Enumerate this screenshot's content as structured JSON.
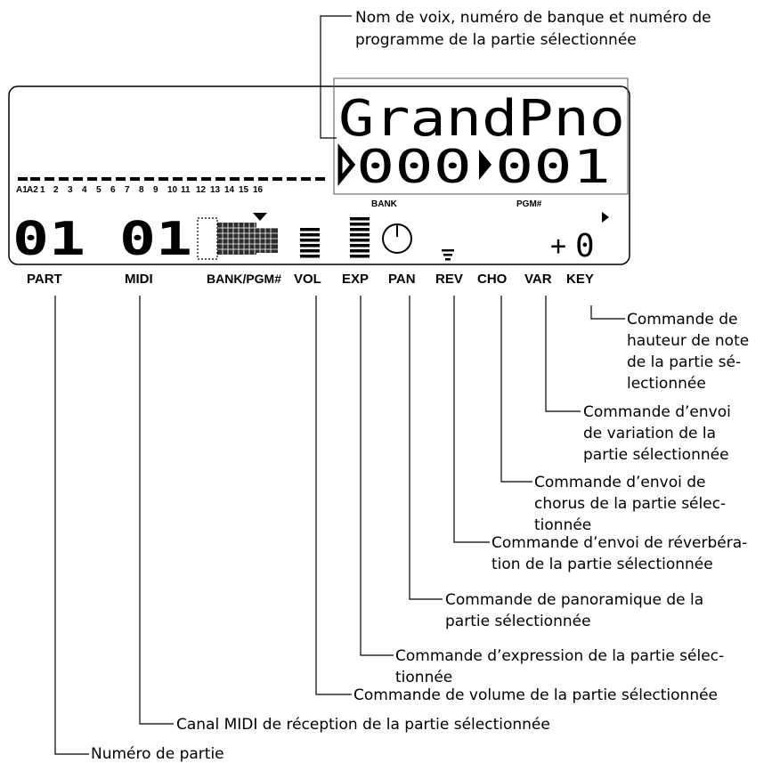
{
  "lcd": {
    "voice_name": "GrandPno",
    "bank_number": "000",
    "program_number": "001",
    "bank_label": "BANK",
    "pgm_label": "PGM#",
    "part_number": "01",
    "midi_channel": "01",
    "key_value": "0",
    "key_sign": "+",
    "part_tabs": [
      "A1",
      "A2",
      "1",
      "2",
      "3",
      "4",
      "5",
      "6",
      "7",
      "8",
      "9",
      "10",
      "11",
      "12",
      "13",
      "14",
      "15",
      "16"
    ]
  },
  "bottom_labels": {
    "part": "PART",
    "midi": "MIDI",
    "bank_pgm": "BANK/PGM#",
    "vol": "VOL",
    "exp": "EXP",
    "pan": "PAN",
    "rev": "REV",
    "cho": "CHO",
    "var": "VAR",
    "key": "KEY"
  },
  "annotations": {
    "voice": [
      "Nom de voix, numéro de banque et numéro de",
      "programme de la partie sélectionnée"
    ],
    "key": [
      "Commande de",
      "hauteur de note",
      "de la partie sé-",
      "lectionnée"
    ],
    "var": [
      "Commande d’envoi",
      "de variation de la",
      "partie sélectionnée"
    ],
    "cho": [
      "Commande d’envoi de",
      "chorus de la partie sélec-",
      "tionnée"
    ],
    "rev": [
      "Commande d’envoi de réverbéra-",
      "tion de la partie sélectionnée"
    ],
    "pan": [
      "Commande de panoramique de la",
      "partie sélectionnée"
    ],
    "exp": [
      "Commande d’expression de la partie sélec-",
      "tionnée"
    ],
    "vol": [
      "Commande de volume de la partie sélectionnée"
    ],
    "midi": [
      "Canal MIDI de réception de la partie sélectionnée"
    ],
    "part": [
      "Numéro de partie"
    ]
  }
}
